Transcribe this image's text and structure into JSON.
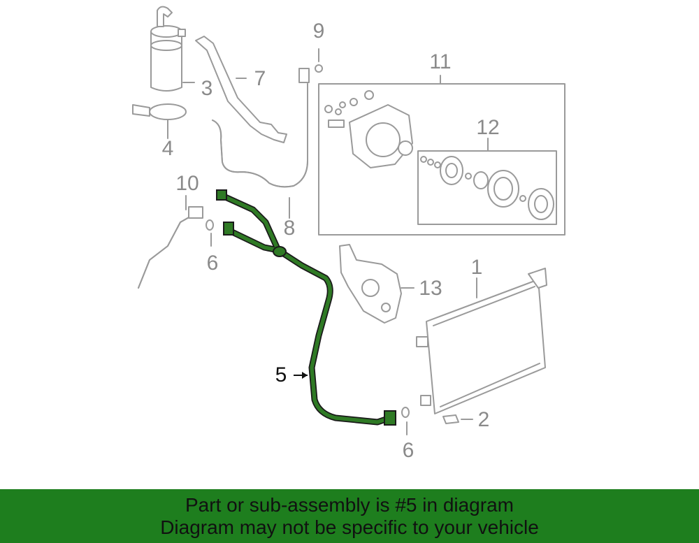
{
  "callouts": {
    "c1": "1",
    "c2": "2",
    "c3": "3",
    "c4": "4",
    "c5": "5",
    "c6a": "6",
    "c6b": "6",
    "c7": "7",
    "c8": "8",
    "c9": "9",
    "c10": "10",
    "c11": "11",
    "c12": "12",
    "c13": "13"
  },
  "highlight_part": "5",
  "footer": {
    "line1": "Part or sub-assembly is #5 in diagram",
    "line2": "Diagram may not be specific to your vehicle"
  },
  "colors": {
    "highlight_hose": "#2f7a25",
    "footer_background": "#1e7e1e",
    "part_outline": "#9a9a9a"
  }
}
